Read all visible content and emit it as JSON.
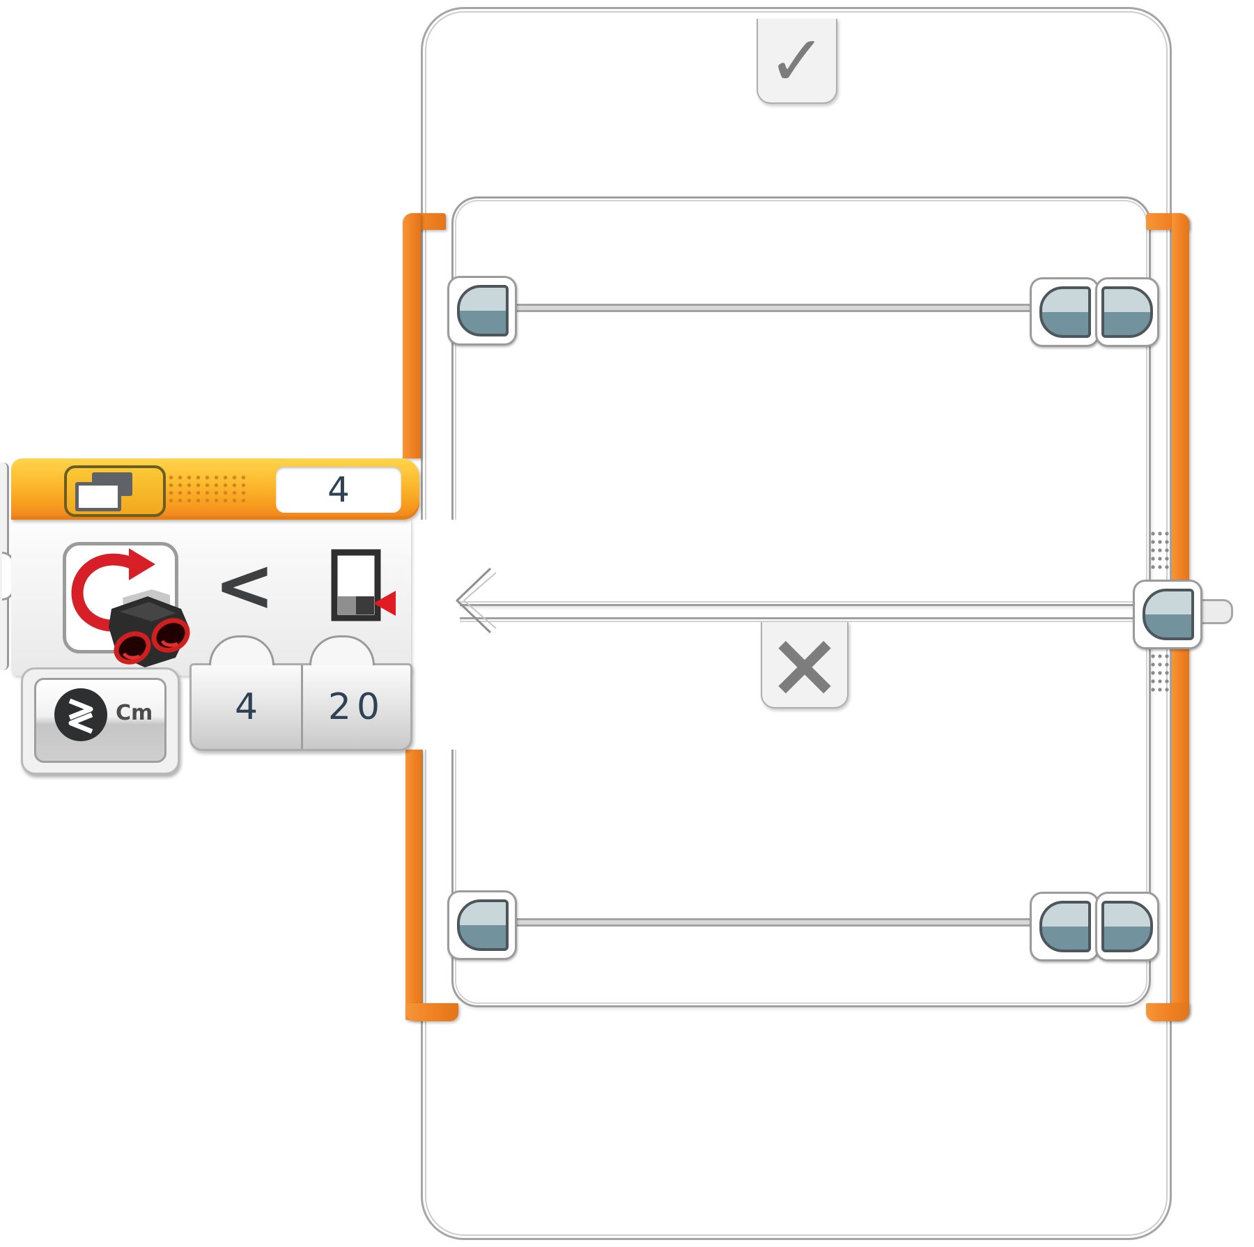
{
  "switch_block": {
    "header": {
      "block_icon": "switch-icon",
      "port_value": "4"
    },
    "condition": {
      "sensor_icon": "ultrasonic-sensor-compare-icon",
      "comparator_glyph": "<",
      "threshold_gauge_icon": "threshold-gauge-icon",
      "mode_button": {
        "mode_icon": "compare-mode-icon",
        "unit_label": "Cm"
      },
      "inputs": [
        {
          "name": "compare-type",
          "value": "4"
        },
        {
          "name": "threshold-value",
          "value": "20"
        }
      ]
    },
    "cases": [
      {
        "name": "true-case",
        "tab_glyph": "✓"
      },
      {
        "name": "false-case",
        "tab_glyph": "×"
      }
    ]
  },
  "colors": {
    "accent_orange": "#EF8122",
    "header_gradient_top": "#FFD44D",
    "plug_teal_light": "#C9D6DA",
    "plug_teal_dark": "#72939D",
    "frame_gray": "#9E9E9E",
    "value_text_navy": "#2E4155",
    "tab_glyph_gray": "#7D7D7D",
    "arrow_red": "#D61F26"
  }
}
